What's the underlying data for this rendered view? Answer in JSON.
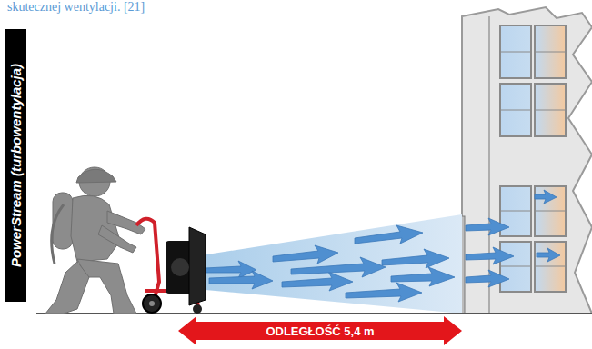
{
  "diagram": {
    "nodes": [
      {
        "text": [
          "PowerStream (turbowentylacja)"
        ]
      },
      {
        "text": [
          "ODLEGŁOŚĆ 5,4 m"
        ]
      }
    ],
    "labels": [
      "skutecznej wentylacji. [21]"
    ]
  }
}
